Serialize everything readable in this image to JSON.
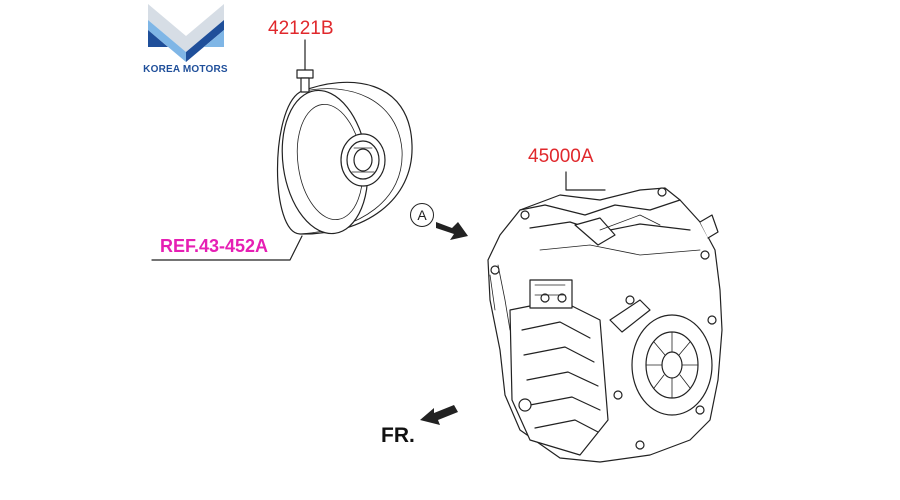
{
  "logo": {
    "text": "KOREA MOTORS",
    "icon": "chevron-m-logo",
    "colors": {
      "top": "#c9d3dd",
      "light": "#7fb6e6",
      "dark": "#1f4f9a"
    }
  },
  "parts": {
    "bolt_code": "42121B",
    "transmission_code": "45000A",
    "reference": "REF.43-452A",
    "view_marker": "A",
    "direction_label": "FR."
  },
  "colors": {
    "part_number": "#e0282c",
    "reference": "#e61fb4",
    "line": "#222222"
  }
}
